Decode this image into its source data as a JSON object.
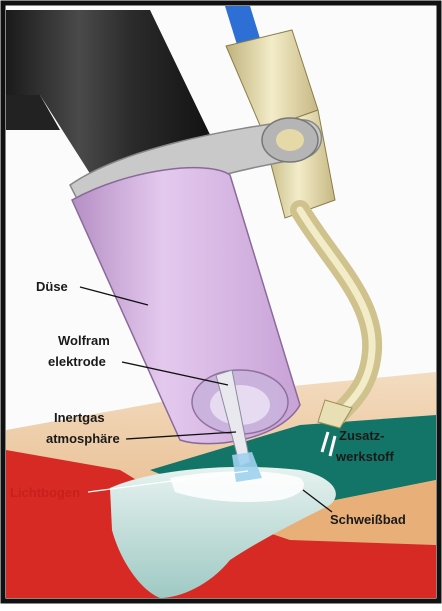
{
  "labels": {
    "nozzle": "Düse",
    "electrode_line1": "Wolfram",
    "electrode_line2": "elektrode",
    "inert_line1": "Inertgas",
    "inert_line2": "atmosphäre",
    "arc": "Lichtbogen",
    "filler_line1": "Zusatz-",
    "filler_line2": "werkstoff",
    "weld_pool": "Schweißbad"
  },
  "colors": {
    "frame": "#111111",
    "hose": "#3a3a3a",
    "nozzle": "#d7b6e0",
    "clamp": "#c9c9c9",
    "filler_rod": "#e9dfb4",
    "workpiece_red": "#d82a24",
    "workpiece_green": "#137468",
    "workpiece_tan": "#e6b98a",
    "weld_bead": "#cfe6e3",
    "blue_hose": "#2e6fd6"
  }
}
